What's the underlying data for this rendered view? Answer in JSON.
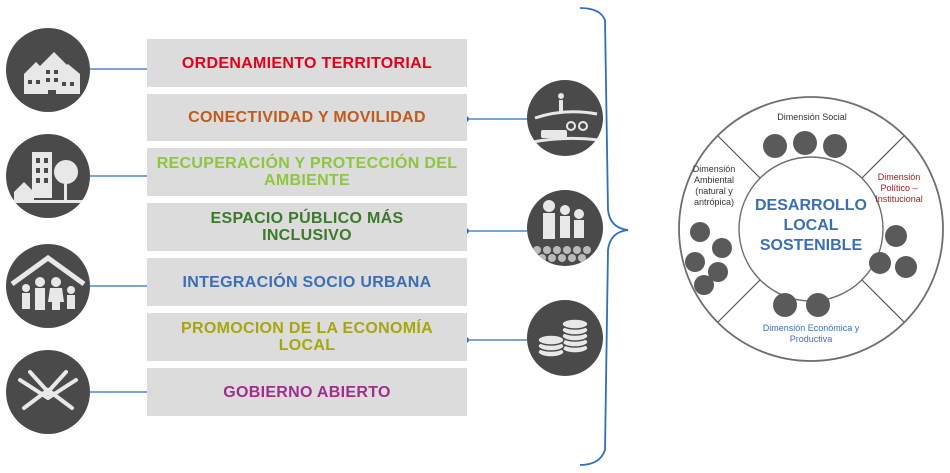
{
  "items": [
    {
      "label": "ORDENAMIENTO TERRITORIAL",
      "color": "#e3001b"
    },
    {
      "label": "CONECTIVIDAD Y MOVILIDAD",
      "color": "#c25a1c"
    },
    {
      "label": "RECUPERACIÓN Y PROTECCIÓN DEL AMBIENTE",
      "color": "#8dc63f"
    },
    {
      "label": "ESPACIO PÚBLICO MÁS INCLUSIVO",
      "color": "#3b7a2a"
    },
    {
      "label": "INTEGRACIÓN SOCIO URBANA",
      "color": "#3a6fb5"
    },
    {
      "label": "PROMOCION DE LA ECONOMÍA LOCAL",
      "color": "#a6a60f"
    },
    {
      "label": "GOBIERNO ABIERTO",
      "color": "#a12d8f"
    }
  ],
  "left_icons": [
    "houses-icon",
    "city-park-icon",
    "family-home-icon",
    "joined-hands-icon"
  ],
  "mid_icons": [
    "walker-bicycle-train-icon",
    "people-crowd-icon",
    "coins-icon"
  ],
  "wheel": {
    "center": "DESARROLLO LOCAL SOSTENIBLE",
    "social": "Dimensión Social",
    "ambiental": "Dimensión Ambiental (natural y antrópica)",
    "politico": "Dimensión Político – Institucional",
    "economica": "Dimensión Económica y Productiva",
    "center_color": "#3a6fb5",
    "politico_color": "#9b1b1b",
    "economica_color": "#3a6fb5"
  },
  "colors": {
    "connector": "#2f6fbe",
    "bar_bg": "#dcdcdc",
    "icon_bg": "#4a4a4a"
  }
}
